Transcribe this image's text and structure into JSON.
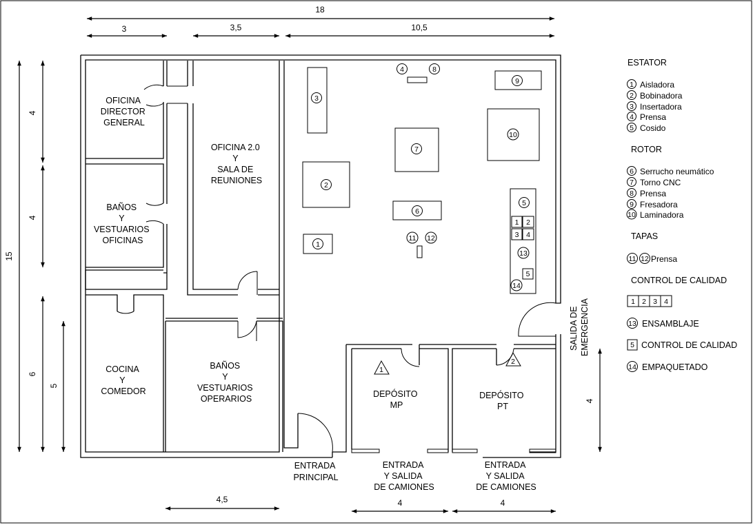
{
  "dimensions": {
    "total_width": "18",
    "seg_3": "3",
    "seg_3_5": "3,5",
    "seg_10_5": "10,5",
    "left_4_top": "4",
    "left_4_mid": "4",
    "left_15": "15",
    "left_6": "6",
    "left_5": "5",
    "bottom_4_5": "4,5",
    "bottom_4_a": "4",
    "bottom_4_b": "4",
    "right_4": "4"
  },
  "rooms": {
    "oficina_director": [
      "OFICINA",
      "DIRECTOR",
      "GENERAL"
    ],
    "banos_oficinas": [
      "BAÑOS",
      "Y",
      "VESTUARIOS",
      "OFICINAS"
    ],
    "cocina": [
      "COCINA",
      "Y",
      "COMEDOR"
    ],
    "oficina_2": [
      "OFICINA 2.0",
      "Y",
      "SALA DE",
      "REUNIONES"
    ],
    "banos_operarios": [
      "BAÑOS",
      "Y",
      "VESTUARIOS",
      "OPERARIOS"
    ],
    "deposito_mp": [
      "DEPÓSITO",
      "MP"
    ],
    "deposito_pt": [
      "DEPÓSITO",
      "PT"
    ]
  },
  "entrances": {
    "principal": [
      "ENTRADA",
      "PRINCIPAL"
    ],
    "camiones_1": [
      "ENTRADA",
      "Y SALIDA",
      "DE CAMIONES"
    ],
    "camiones_2": [
      "ENTRADA",
      "Y SALIDA",
      "DE CAMIONES"
    ],
    "emergencia": [
      "SALIDA DE",
      "EMERGENCIA"
    ]
  },
  "machines": {
    "n1": "1",
    "n2": "2",
    "n3": "3",
    "n4": "4",
    "n5": "5",
    "n6": "6",
    "n7": "7",
    "n8": "8",
    "n9": "9",
    "n10": "10",
    "n11": "11",
    "n12": "12",
    "n13": "13",
    "n14": "14",
    "qc1": "1",
    "qc2": "2",
    "qc3": "3",
    "qc4": "4",
    "qc5": "5",
    "tri1": "1",
    "tri2": "2"
  },
  "legend": {
    "estator_title": "ESTATOR",
    "estator": [
      {
        "num": "1",
        "label": "Aisladora"
      },
      {
        "num": "2",
        "label": "Bobinadora"
      },
      {
        "num": "3",
        "label": "Insertadora"
      },
      {
        "num": "4",
        "label": "Prensa"
      },
      {
        "num": "5",
        "label": "Cosido"
      }
    ],
    "rotor_title": "ROTOR",
    "rotor": [
      {
        "num": "6",
        "label": "Serrucho neumático"
      },
      {
        "num": "7",
        "label": "Torno CNC"
      },
      {
        "num": "8",
        "label": "Prensa"
      },
      {
        "num": "9",
        "label": "Fresadora"
      },
      {
        "num": "10",
        "label": " Laminadora"
      }
    ],
    "tapas_title": "TAPAS",
    "tapas": {
      "num_a": "11",
      "num_b": "12",
      "label": "Prensa"
    },
    "control_title": "CONTROL DE CALIDAD",
    "control_boxes": [
      "1",
      "2",
      "3",
      "4"
    ],
    "ensamblaje": {
      "num": "13",
      "label": "ENSAMBLAJE"
    },
    "control_calidad": {
      "num": "5",
      "label": "CONTROL DE CALIDAD"
    },
    "empaquetado": {
      "num": "14",
      "label": "EMPAQUETADO"
    }
  }
}
